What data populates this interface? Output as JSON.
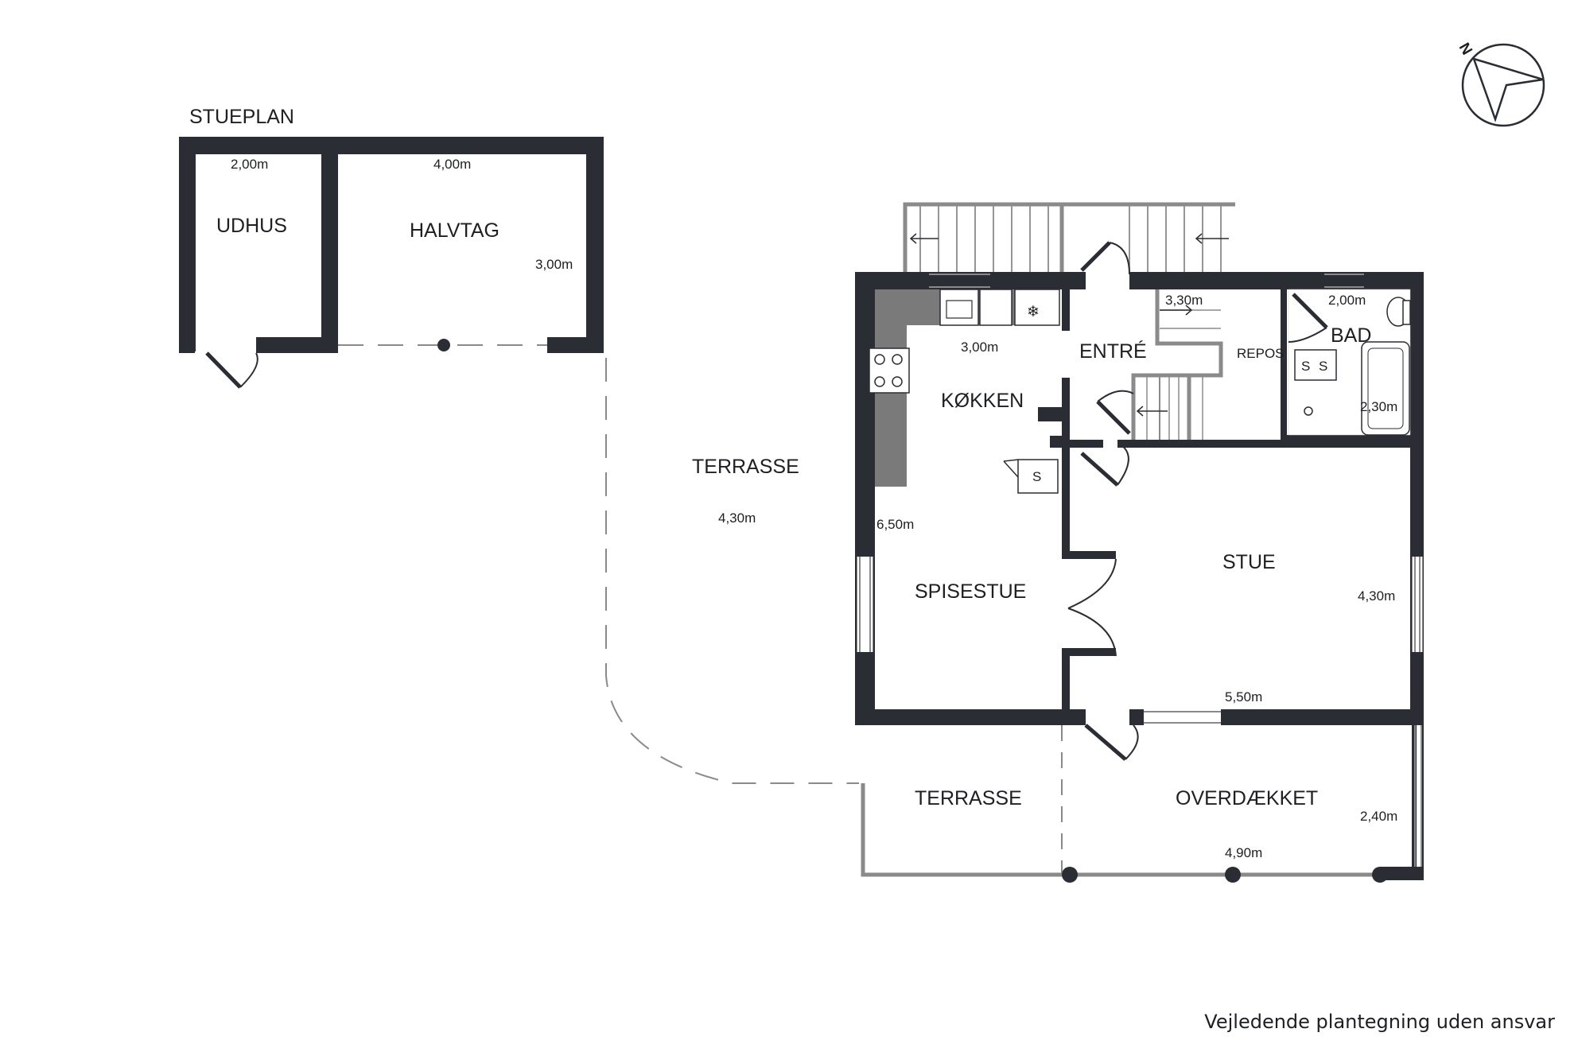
{
  "floor_title": "STUEPLAN",
  "compass": {
    "north_label": "N"
  },
  "rooms": {
    "udhus": "UDHUS",
    "halvtag": "HALVTAG",
    "terrasse_left": "TERRASSE",
    "koekken": "KØKKEN",
    "entre": "ENTRÉ",
    "repos": "REPOS",
    "bad": "BAD",
    "spisestue": "SPISESTUE",
    "stue": "STUE",
    "terrasse_bottom": "TERRASSE",
    "overdaekket": "OVERDÆKKET"
  },
  "dimensions": {
    "udhus_width": "2,00m",
    "halvtag_width": "4,00m",
    "halvtag_depth": "3,00m",
    "terrasse_left": "4,30m",
    "koekken_width": "3,00m",
    "koekken_spisestue_depth": "6,50m",
    "entre_width": "3,30m",
    "bad_width": "2,00m",
    "bad_depth": "2,30m",
    "stue_depth": "4,30m",
    "stue_width": "5,50m",
    "overdaekket_depth": "2,40m",
    "overdaekket_width": "4,90m"
  },
  "fixtures": {
    "stove_box_label": "S",
    "bath_s1": "S",
    "bath_s2": "S"
  },
  "disclaimer": "Vejledende plantegning uden ansvar"
}
